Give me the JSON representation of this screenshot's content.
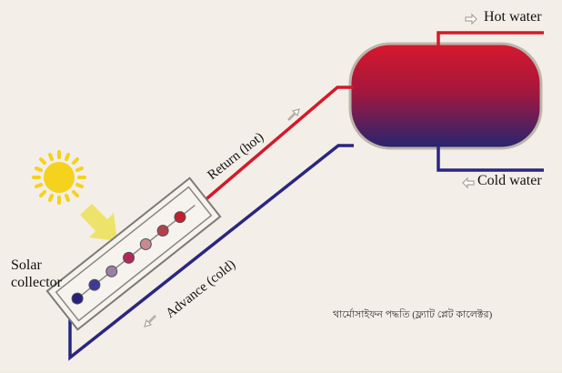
{
  "diagram": {
    "labels": {
      "hot_water": "Hot water",
      "cold_water": "Cold water",
      "return_hot": "Return (hot)",
      "advance_cold": "Advance (cold)",
      "solar_collector_line1": "Solar",
      "solar_collector_line2": "collector",
      "caption_bengali": "থার্মোসাইফন পদ্ধতি (ফ্ল্যাট প্লেট কালেক্টর)"
    },
    "colors": {
      "hot_pipe": "#d41a2a",
      "cold_pipe": "#2a2680",
      "tank_top": "#d6182c",
      "tank_bottom": "#25256f",
      "sun": "#f4d21e",
      "light_arrow": "#eee36a",
      "background": "#f3eee7"
    },
    "icons": [
      "sun-icon",
      "sunlight-arrow-icon",
      "flow-arrow-icon"
    ]
  }
}
